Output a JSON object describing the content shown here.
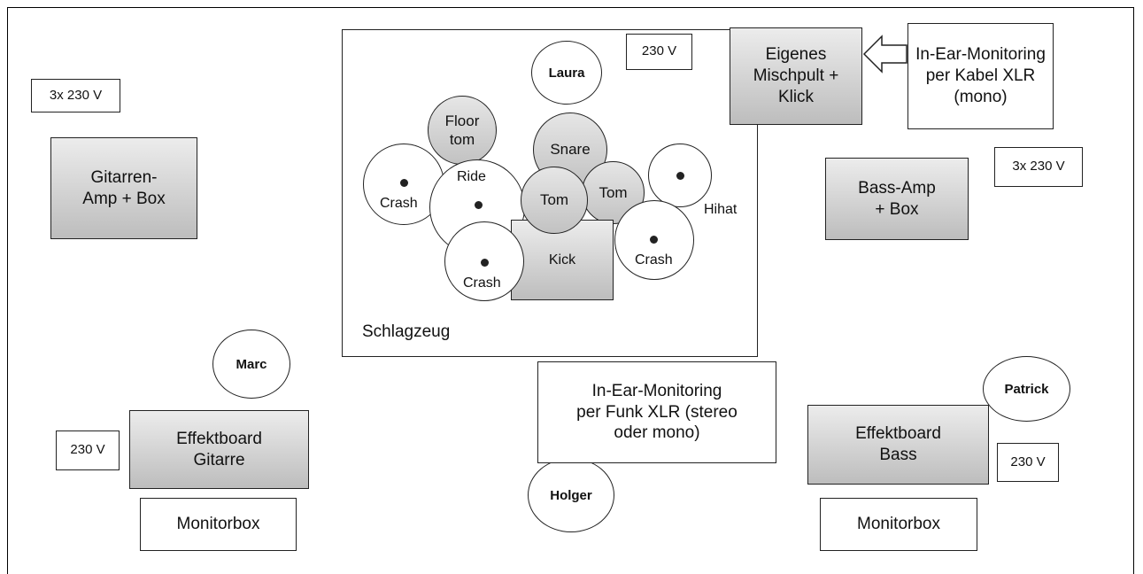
{
  "drums": {
    "frame_label": "Schlagzeug",
    "kick": "Kick",
    "snare": "Snare",
    "tom1": "Tom",
    "tom2": "Tom",
    "floor_tom": "Floor\ntom",
    "ride": "Ride",
    "hihat": "Hihat",
    "crash_left": "Crash",
    "crash_bottom": "Crash",
    "crash_right": "Crash"
  },
  "people": {
    "laura": "Laura",
    "marc": "Marc",
    "patrick": "Patrick",
    "holger": "Holger"
  },
  "equipment": {
    "guitar_amp": "Gitarren-\nAmp + Box",
    "bass_amp": "Bass-Amp\n+ Box",
    "mixer": "Eigenes\nMischpult +\nKlick",
    "iem_cable": "In-Ear-Monitoring\nper Kabel XLR\n(mono)",
    "iem_wireless": "In-Ear-Monitoring\nper Funk XLR (stereo\noder mono)",
    "fx_guitar": "Effektboard\nGitarre",
    "fx_bass": "Effektboard\nBass",
    "monitor_left": "Monitorbox",
    "monitor_right": "Monitorbox"
  },
  "power": {
    "guitar_power": "3x 230 V",
    "drum_power": "230 V",
    "bass_power": "3x 230 V",
    "fx_guitar_power": "230 V",
    "fx_bass_power": "230 V"
  },
  "colors": {
    "grey_box_top": "#ececec",
    "grey_box_bottom": "#bdbdbd",
    "outline": "#222222"
  }
}
